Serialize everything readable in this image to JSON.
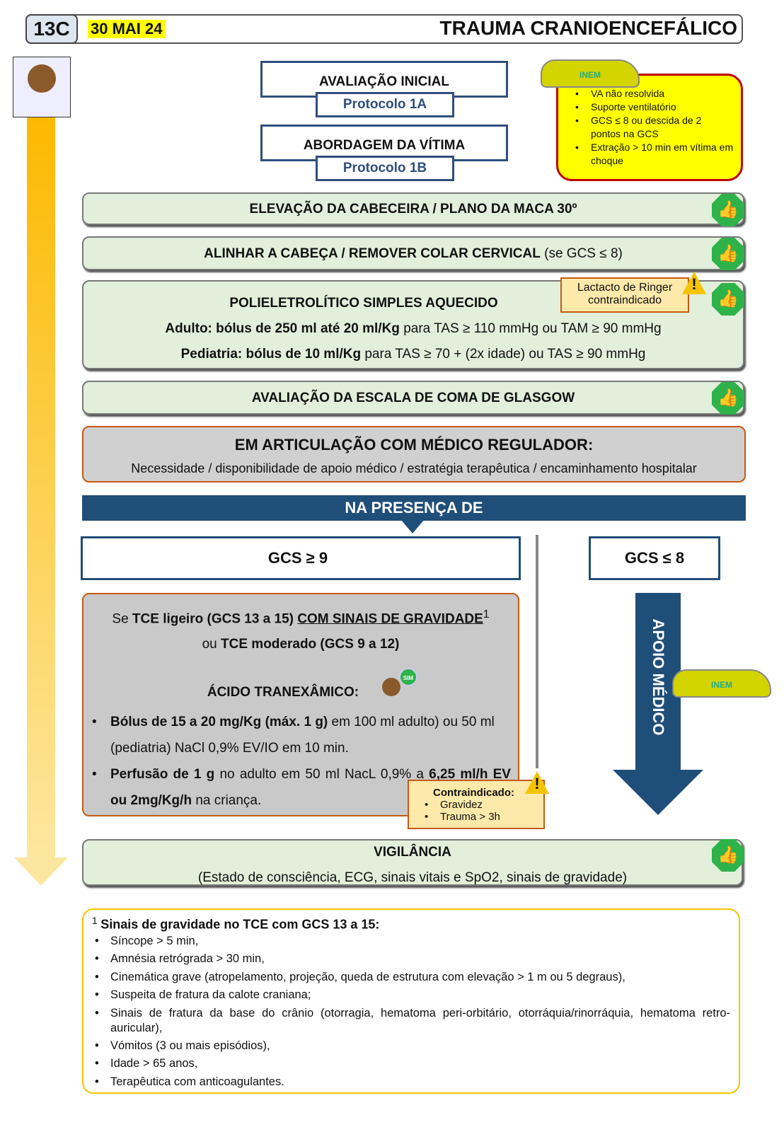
{
  "header": {
    "code": "13C",
    "date": "30 MAI 24",
    "title": "TRAUMA CRANIOENCEFÁLICO"
  },
  "initial": {
    "label": "AVALIAÇÃO INICIAL",
    "protocol": "Protocolo 1A"
  },
  "approach": {
    "label": "ABORDAGEM DA VÍTIMA",
    "protocol": "Protocolo 1B"
  },
  "vmer_criteria": {
    "car_label": "INEM",
    "items": [
      "VA não resolvida",
      "Suporte ventilatório",
      "GCS ≤ 8 ou descida de 2 pontos na GCS",
      "Extração > 10 min em vítima em choque"
    ]
  },
  "steps": {
    "elevation": "ELEVAÇÃO DA CABECEIRA / PLANO DA MACA 30º",
    "align": "ALINHAR A CABEÇA / REMOVER COLAR CERVICAL",
    "align_note": "(se GCS ≤ 8)",
    "fluids_title": "POLIELETROLÍTICO SIMPLES AQUECIDO",
    "ringer_warning": "Lactacto de Ringer contraindicado",
    "adult_bold": "Adulto: bólus de 250 ml até 20 ml/Kg",
    "adult_rest": " para TAS ≥ 110 mmHg ou TAM ≥ 90 mmHg",
    "ped_bold": "Pediatria: bólus de 10 ml/Kg",
    "ped_rest": " para TAS ≥ 70 + (2x idade) ou TAS ≥ 90 mmHg",
    "glasgow": "AVALIAÇÃO DA ESCALA DE COMA DE GLASGOW"
  },
  "regulator": {
    "title": "EM ARTICULAÇÃO COM MÉDICO REGULADOR:",
    "text": "Necessidade / disponibilidade de apoio médico / estratégia terapêutica / encaminhamento hospitalar"
  },
  "presence": "NA PRESENÇA DE",
  "gcs_high": "GCS ≥ 9",
  "gcs_low": "GCS ≤ 8",
  "tce": {
    "l1a": "Se ",
    "l1b": "TCE ligeiro (GCS 13 a 15)",
    "l1c": "COM SINAIS DE GRAVIDADE",
    "sup": "1",
    "l2a": "ou ",
    "l2b": "TCE moderado (GCS 9 a 12)",
    "drug": "ÁCIDO TRANEXÂMICO:",
    "sim": "SIM",
    "b1a": "Bólus de 15 a 20 mg/Kg (máx. 1 g)",
    "b1b": " em 100 ml adulto) ou 50 ml (pediatria) NaCl 0,9% EV/IO em 10 min.",
    "b2a": "Perfusão de 1 g",
    "b2b": " no adulto em 50 ml NacL 0,9% a ",
    "b2c": "6,25 ml/h EV ou 2mg/Kg/h",
    "b2d": " na criança."
  },
  "contra": {
    "title": "Contraindicado:",
    "items": [
      "Gravidez",
      "Trauma > 3h"
    ]
  },
  "medical_support": "APOIO MÉDICO",
  "vigilance": {
    "title": "VIGILÂNCIA",
    "text": "(Estado de consciência, ECG, sinais vitais e SpO2, sinais de gravidade)"
  },
  "footnote": {
    "sup": "1",
    "title": "Sinais de gravidade no TCE com GCS 13 a 15:",
    "items": [
      "Síncope > 5 min,",
      "Amnésia retrógrada > 30 min,",
      "Cinemática grave (atropelamento, projeção, queda de estrutura com elevação > 1 m ou 5 degraus),",
      "Suspeita de fratura da calote craniana;",
      "Sinais de fratura da base do crânio (otorragia, hematoma peri-orbitário, otorráquia/rinorráquia, hematoma retro-auricular),",
      "Vómitos (3 ou mais episódios),",
      "Idade > 65 anos,",
      "Terapêutica com anticoagulantes."
    ]
  }
}
